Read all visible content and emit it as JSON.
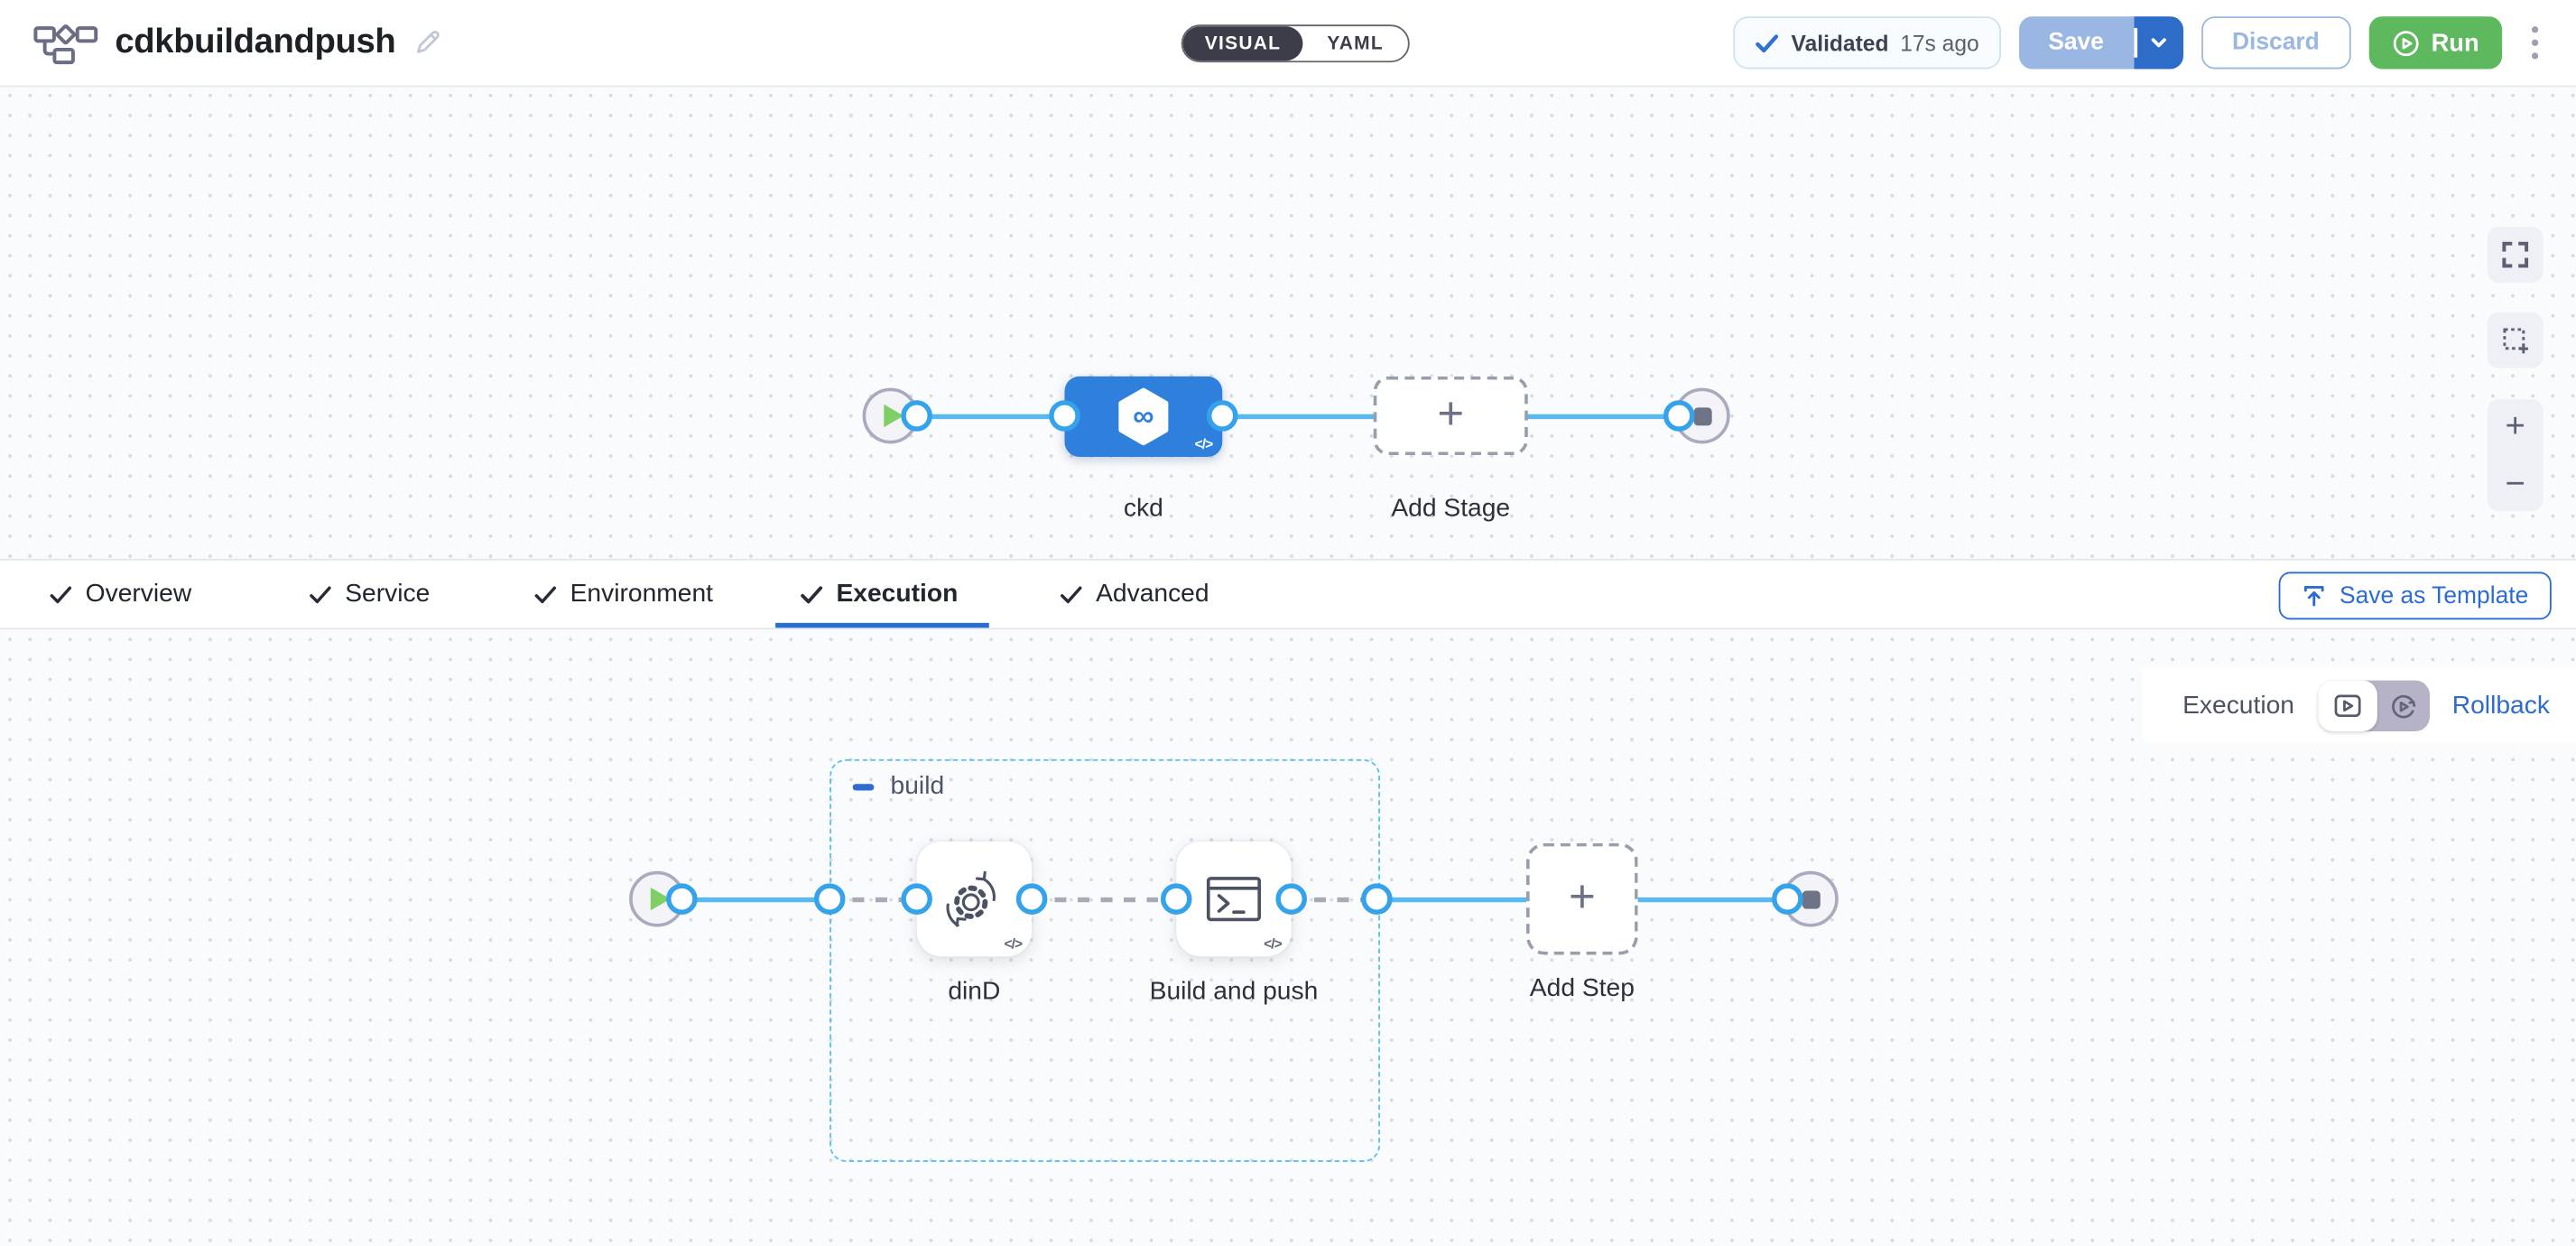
{
  "header": {
    "title": "cdkbuildandpush",
    "toggle": {
      "visual": "VISUAL",
      "yaml": "YAML"
    },
    "validated_label": "Validated",
    "validated_time": "17s ago",
    "save": "Save",
    "discard": "Discard",
    "run": "Run"
  },
  "stage_pipeline": {
    "stage_label": "ckd",
    "add_stage": "Add Stage",
    "code_glyph": "</>"
  },
  "tabs": {
    "items": [
      {
        "label": "Overview"
      },
      {
        "label": "Service"
      },
      {
        "label": "Environment"
      },
      {
        "label": "Execution"
      },
      {
        "label": "Advanced"
      }
    ],
    "active": "Execution",
    "save_as_template": "Save as Template"
  },
  "execution_panel": {
    "mode_label": "Execution",
    "rollback_label": "Rollback",
    "group_label": "build",
    "steps": [
      {
        "label": "dinD"
      },
      {
        "label": "Build and push"
      }
    ],
    "add_step": "Add Step",
    "code_glyph": "</>"
  },
  "icons": {
    "plus": "+",
    "zoom_in": "+",
    "zoom_out": "−",
    "infinity": "∞"
  },
  "colors": {
    "accent_blue": "#2e6cc9",
    "disabled_blue": "#9ab7e4",
    "run_green": "#5eb85e",
    "connector_blue": "#57b8f2",
    "group_dash_blue": "#56bff3",
    "stage_node_blue": "#2e80dc",
    "tab_underline": "#2b6cd4",
    "link_blue": "#2f6bce"
  }
}
